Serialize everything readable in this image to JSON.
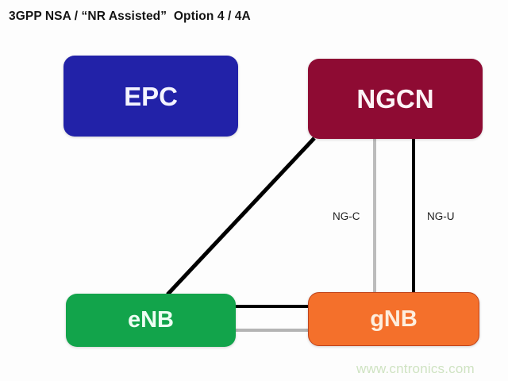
{
  "diagram": {
    "title": "3GPP NSA / “NR Assisted”  Option 4 / 4A",
    "nodes": [
      {
        "id": "epc",
        "label": "EPC",
        "color": "#2222a8"
      },
      {
        "id": "ngcn",
        "label": "NGCN",
        "color": "#8e0b33"
      },
      {
        "id": "enb",
        "label": "eNB",
        "color": "#12a44b"
      },
      {
        "id": "gnb",
        "label": "gNB",
        "color": "#f4702b"
      }
    ],
    "links": [
      {
        "id": "ngcn-enb",
        "from": "ngcn",
        "to": "enb",
        "label": "",
        "style": "black-diagonal",
        "color": "#000000"
      },
      {
        "id": "ngcn-gnb-c",
        "from": "ngcn",
        "to": "gnb",
        "label": "NG-C",
        "style": "gray-vertical",
        "color": "#bcbcbc"
      },
      {
        "id": "ngcn-gnb-u",
        "from": "ngcn",
        "to": "gnb",
        "label": "NG-U",
        "style": "black-vertical",
        "color": "#000000"
      },
      {
        "id": "enb-gnb-1",
        "from": "enb",
        "to": "gnb",
        "label": "",
        "style": "black-horizontal",
        "color": "#000000"
      },
      {
        "id": "enb-gnb-2",
        "from": "enb",
        "to": "gnb",
        "label": "",
        "style": "gray-horizontal",
        "color": "#b4b4b4"
      }
    ],
    "captions": {
      "ng_c": "NG-C",
      "ng_u": "NG-U"
    },
    "watermark": "www.cntronics.com"
  }
}
